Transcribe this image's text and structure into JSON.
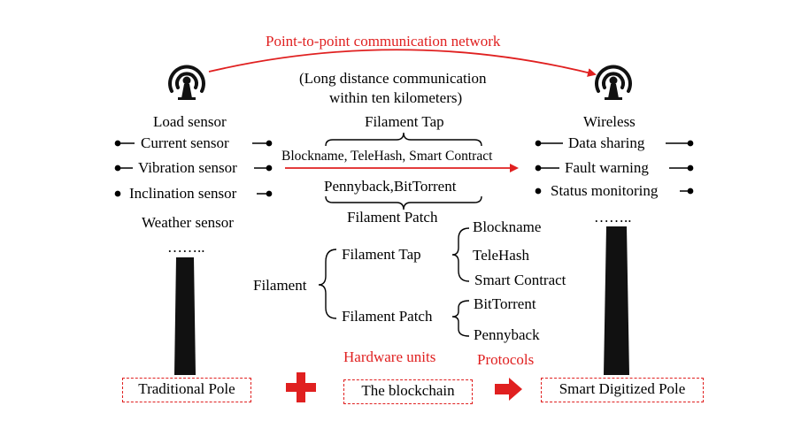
{
  "top": {
    "network_title": "Point-to-point communication network",
    "distance_note_line1": "(Long distance communication",
    "distance_note_line2": "within ten kilometers)"
  },
  "left": {
    "title": "Load sensor",
    "sensors": [
      "Current sensor",
      "Vibration sensor",
      "Inclination sensor"
    ],
    "weather": "Weather sensor",
    "ellipsis": "……..",
    "box_label": "Traditional Pole"
  },
  "middle": {
    "tap_title": "Filament Tap",
    "tap_contents": "Blockname, TeleHash, Smart  Contract",
    "patch_contents": "Pennyback,BitTorrent",
    "patch_title": "Filament Patch",
    "tree_root": "Filament",
    "tree_tap": "Filament Tap",
    "tree_patch": "Filament Patch",
    "tap_items": [
      "Blockname",
      "TeleHash",
      "Smart  Contract"
    ],
    "patch_items": [
      "BitTorrent",
      "Pennyback"
    ],
    "hardware_label": "Hardware units",
    "protocols_label": "Protocols",
    "box_label": "The blockchain"
  },
  "right": {
    "title": "Wireless",
    "functions": [
      "Data  sharing",
      "Fault warning",
      "Status monitoring"
    ],
    "ellipsis": "……..",
    "box_label": "Smart Digitized Pole"
  },
  "colors": {
    "accent": "#e02020",
    "ink": "#000000"
  },
  "icons": [
    "antenna-icon",
    "plus-icon",
    "arrow-right-icon"
  ]
}
